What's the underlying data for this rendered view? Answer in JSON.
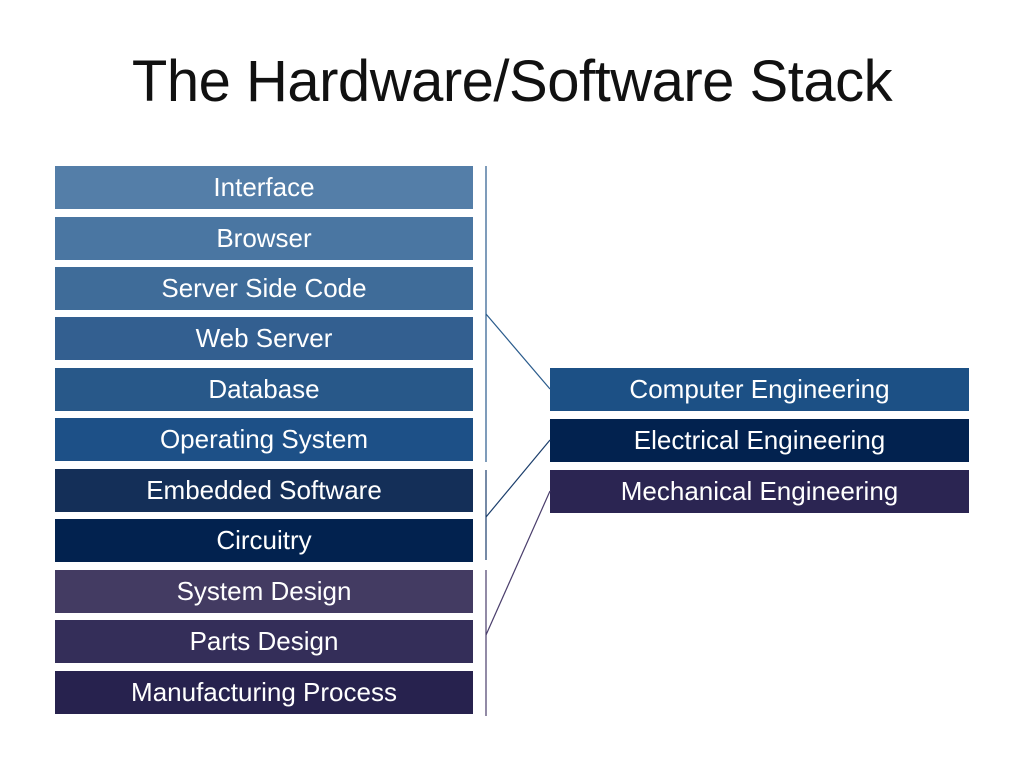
{
  "title": "The Hardware/Software Stack",
  "layers": [
    {
      "label": "Interface",
      "color": "#547ea8",
      "group": "computer"
    },
    {
      "label": "Browser",
      "color": "#4a76a2",
      "group": "computer"
    },
    {
      "label": "Server Side Code",
      "color": "#3f6c99",
      "group": "computer"
    },
    {
      "label": "Web Server",
      "color": "#335f90",
      "group": "computer"
    },
    {
      "label": "Database",
      "color": "#285889",
      "group": "computer"
    },
    {
      "label": "Operating System",
      "color": "#1d5087",
      "group": "computer"
    },
    {
      "label": "Embedded Software",
      "color": "#142f58",
      "group": "electrical"
    },
    {
      "label": "Circuitry",
      "color": "#02224f",
      "group": "electrical"
    },
    {
      "label": "System Design",
      "color": "#433b62",
      "group": "mechanical"
    },
    {
      "label": "Parts Design",
      "color": "#342e59",
      "group": "mechanical"
    },
    {
      "label": "Manufacturing Process",
      "color": "#27224e",
      "group": "mechanical"
    }
  ],
  "fields": [
    {
      "label": "Computer Engineering",
      "color": "#1c5085",
      "line_color": "#2a5b8c"
    },
    {
      "label": "Electrical Engineering",
      "color": "#02224f",
      "line_color": "#1a3d6b"
    },
    {
      "label": "Mechanical Engineering",
      "color": "#2b2552",
      "line_color": "#4a3e6c"
    }
  ]
}
